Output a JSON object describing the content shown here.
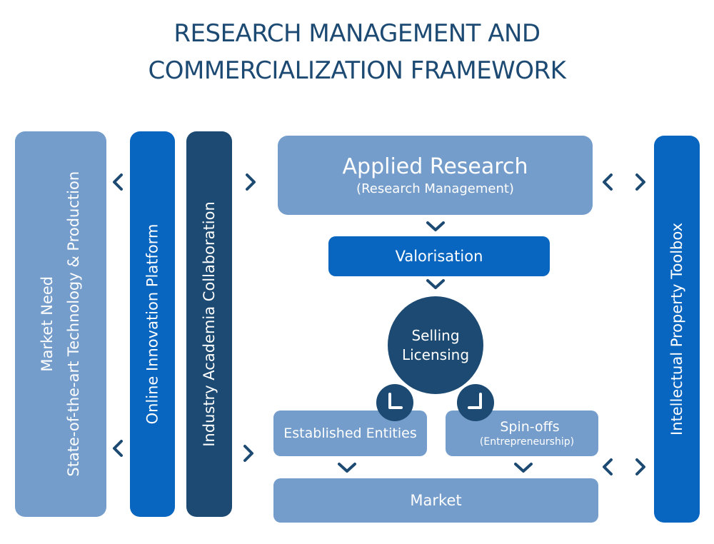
{
  "title": {
    "line1": "RESEARCH MANAGEMENT AND",
    "line2": "COMMERCIALIZATION FRAMEWORK"
  },
  "colors": {
    "title": "#1d4a72",
    "light_box": "#759dcb",
    "medium_box": "#0865c0",
    "dark_box": "#1c4a72",
    "arrow": "#1d4a72"
  },
  "left_columns": [
    {
      "line1": "Market Need",
      "line2": "State-of-the-art Technology & Production"
    },
    {
      "label": "Online Innovation Platform"
    },
    {
      "label": "Industry Academia Collaboration"
    }
  ],
  "right_column": {
    "label": "Intellectual Property Toolbox"
  },
  "nodes": {
    "applied_research": {
      "title": "Applied Research",
      "subtitle": "(Research Management)"
    },
    "valorisation": {
      "label": "Valorisation"
    },
    "selling_licensing": {
      "line1": "Selling",
      "line2": "Licensing"
    },
    "established_entities": {
      "label": "Established Entities"
    },
    "spin_offs": {
      "title": "Spin-offs",
      "subtitle": "(Entrepreneurship)"
    },
    "market": {
      "label": "Market"
    }
  },
  "icons": {
    "chevron_left": "chevron-left-icon",
    "chevron_right": "chevron-right-icon",
    "chevron_down": "chevron-down-icon",
    "corner_down_left": "corner-arrow-icon"
  }
}
